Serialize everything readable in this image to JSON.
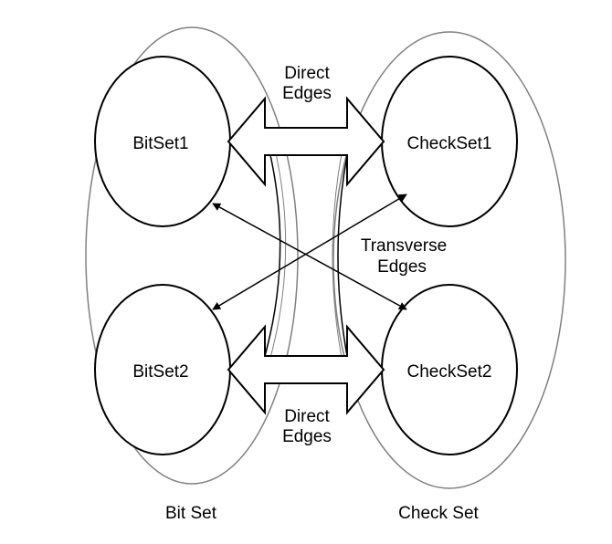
{
  "groups": {
    "bit": {
      "label": "Bit Set"
    },
    "check": {
      "label": "Check Set"
    }
  },
  "nodes": {
    "bitset1": "BitSet1",
    "bitset2": "BitSet2",
    "checkset1": "CheckSet1",
    "checkset2": "CheckSet2"
  },
  "edges": {
    "direct_top": [
      "Direct",
      "Edges"
    ],
    "direct_bottom": [
      "Direct",
      "Edges"
    ],
    "transverse": [
      "Transverse",
      "Edges"
    ]
  },
  "colors": {
    "outer_outline": "#808080",
    "stroke": "#000000"
  }
}
